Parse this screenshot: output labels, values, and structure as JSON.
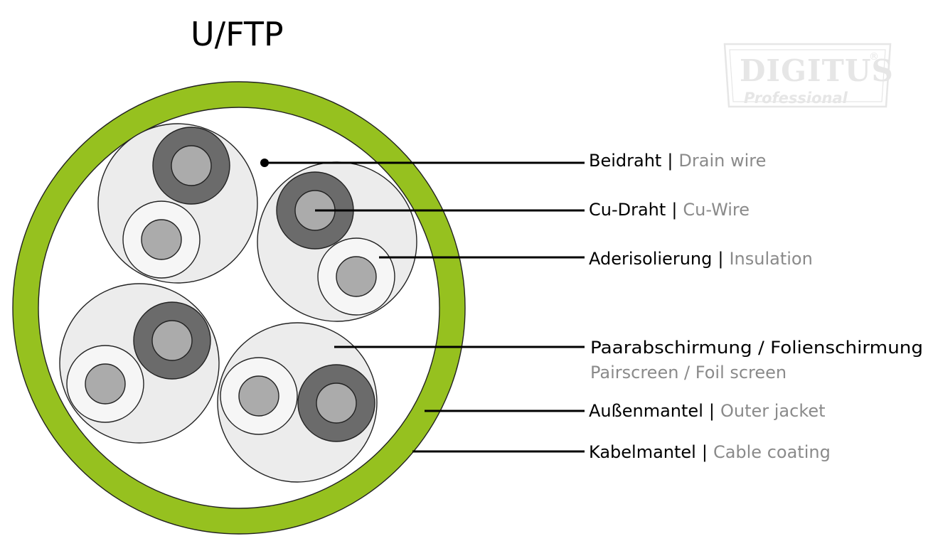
{
  "title": "U/FTP",
  "logo": {
    "brand": "DIGITUS",
    "registered": "®",
    "subtitle": "Professional"
  },
  "separator": "|",
  "callouts": [
    {
      "id": "drain-wire",
      "de": "Beidraht",
      "en": "Drain wire"
    },
    {
      "id": "cu-wire",
      "de": "Cu-Draht",
      "en": "Cu-Wire"
    },
    {
      "id": "insulation",
      "de": "Aderisolierung",
      "en": "Insulation"
    },
    {
      "id": "pairscreen",
      "de": "Paarabschirmung / Folienschirmung",
      "en": "Pairscreen / Foil screen"
    },
    {
      "id": "outer-jacket",
      "de": "Außenmantel",
      "en": "Outer jacket"
    },
    {
      "id": "cable-coating",
      "de": "Kabelmantel",
      "en": "Cable coating"
    }
  ],
  "colors": {
    "outer_jacket": "#96c11f",
    "pair_screen": "#ececec",
    "dark_insulation": "#6b6b6b",
    "light_insulation": "#f6f6f6",
    "copper_core": "#ababab",
    "english_text": "#8a8a8a",
    "logo": "#e6e6e6"
  }
}
